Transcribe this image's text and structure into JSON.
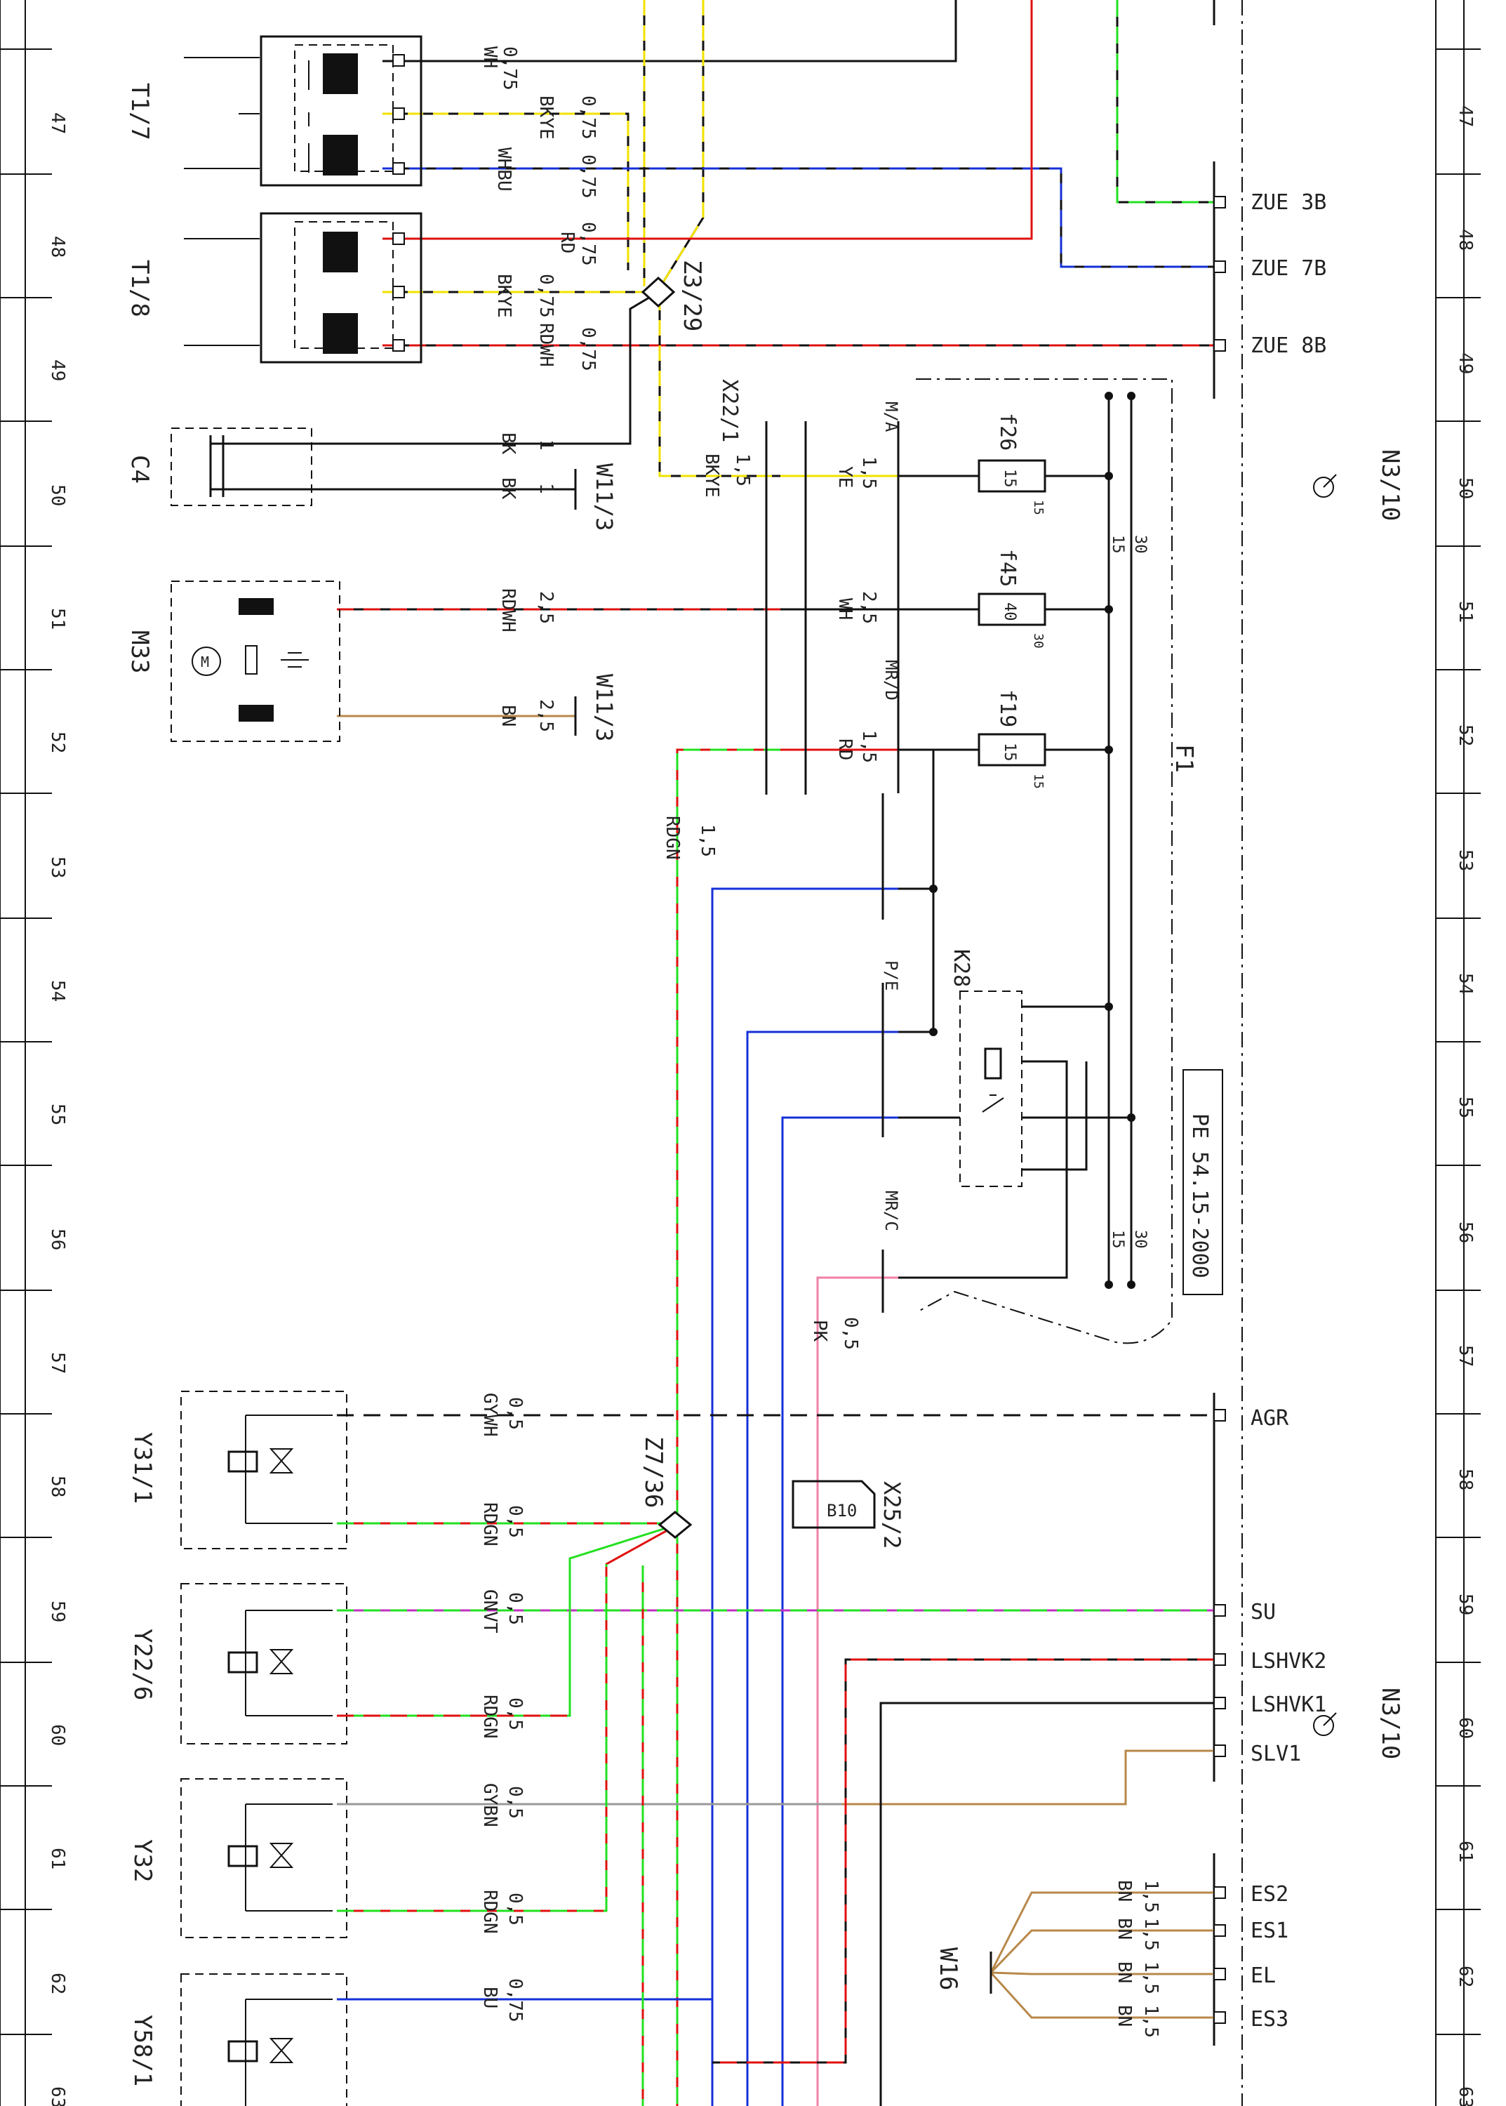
{
  "grid": {
    "row_numbers": [
      "47",
      "48",
      "49",
      "50",
      "51",
      "52",
      "53",
      "54",
      "55",
      "56",
      "57",
      "58",
      "59",
      "60",
      "61",
      "62",
      "63"
    ]
  },
  "components": {
    "T1_7": "T1/7",
    "T1_8": "T1/8",
    "C4": "C4",
    "M33": "M33",
    "M33_motor": "M",
    "Y31_1": "Y31/1",
    "Y22_6": "Y22/6",
    "Y32": "Y32",
    "Y58_1": "Y58/1",
    "Z3_29": "Z3/29",
    "Z7_36": "Z7/36",
    "X22_1": "X22/1",
    "X25_2": "X25/2",
    "B10": "B10",
    "K28": "K28",
    "F1": "F1",
    "f26": "f26",
    "f45": "f45",
    "f19": "f19",
    "f26_val": "15",
    "f45_val": "40",
    "f19_val": "15",
    "f26_side": "15",
    "f45_side": "30",
    "f19_side": "15",
    "N3_10_top": "N3/10",
    "N3_10_bottom": "N3/10",
    "W11_3_a": "W11/3",
    "W11_3_b": "W11/3",
    "W16": "W16",
    "PE": "PE 54.15-2000"
  },
  "sections": {
    "MA": "M/A",
    "MRD": "MR/D",
    "PE": "P/E",
    "MRC": "MR/C"
  },
  "bus": {
    "t30_top": "30",
    "t15_top": "15",
    "t30_bottom": "30",
    "t15_bottom": "15"
  },
  "n3_pins": {
    "zue3b": "ZUE 3B",
    "zue7b": "ZUE 7B",
    "zue8b": "ZUE 8B",
    "agr": "AGR",
    "su": "SU",
    "lshvk2": "LSHVK2",
    "lshvk1": "LSHVK1",
    "slv1": "SLV1",
    "es2": "ES2",
    "es1": "ES1",
    "el": "EL",
    "es3": "ES3"
  },
  "wires": {
    "w1": [
      "0,75",
      "WH"
    ],
    "w2": [
      "0,75",
      "BKYE"
    ],
    "w3": [
      "0,75",
      "WHBU"
    ],
    "w4": [
      "0,75",
      "RD"
    ],
    "w5": [
      "0,75",
      "BKYE"
    ],
    "w6": [
      "0,75",
      "RDWH"
    ],
    "c4a": [
      "1",
      "BK"
    ],
    "c4b": [
      "1",
      "BK"
    ],
    "x22": [
      "1,5",
      "BKYE"
    ],
    "ye": [
      "1,5",
      "YE"
    ],
    "m33a": [
      "2,5",
      "RDWH"
    ],
    "m33b": [
      "2,5",
      "BN"
    ],
    "wh": [
      "2,5",
      "WH"
    ],
    "rd": [
      "1,5",
      "RD"
    ],
    "rdgn15": [
      "1,5",
      "RDGN"
    ],
    "pk": [
      "0,5",
      "PK"
    ],
    "y31a": [
      "0,5",
      "GYWH"
    ],
    "y31b": [
      "0,5",
      "RDGN"
    ],
    "y22a": [
      "0,5",
      "GNVT"
    ],
    "y22b": [
      "0,5",
      "RDGN"
    ],
    "y32a": [
      "0,5",
      "GYBN"
    ],
    "y32b": [
      "0,5",
      "RDGN"
    ],
    "y58a": [
      "0,75",
      "BU"
    ],
    "w16_1": [
      "1,5",
      "BN"
    ],
    "w16_2": [
      "1,5",
      "BN"
    ],
    "w16_3": [
      "1,5",
      "BN"
    ],
    "w16_4": [
      "1,5",
      "BN"
    ]
  },
  "colors": {
    "black": "#111111",
    "yellow": "#f2e200",
    "blue": "#1530d8",
    "red": "#e01010",
    "green": "#22e020",
    "brown": "#b8884a",
    "pink": "#f080a8",
    "violet": "#c030c0",
    "grey": "#999999"
  }
}
